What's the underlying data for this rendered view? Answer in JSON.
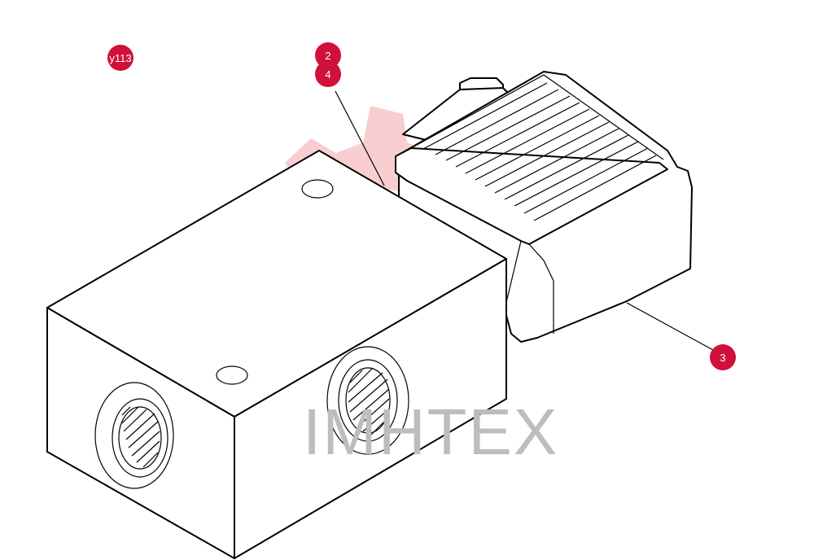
{
  "callouts": {
    "sheet_ref": "y113",
    "label_2": "2",
    "label_4": "4",
    "label_3": "3"
  },
  "watermark": {
    "text": "IMHTEX",
    "gear_color": "#f7c6c9",
    "text_color": "#bdbdbd"
  },
  "colors": {
    "callout_fill": "#d0103a",
    "line": "#000000"
  }
}
